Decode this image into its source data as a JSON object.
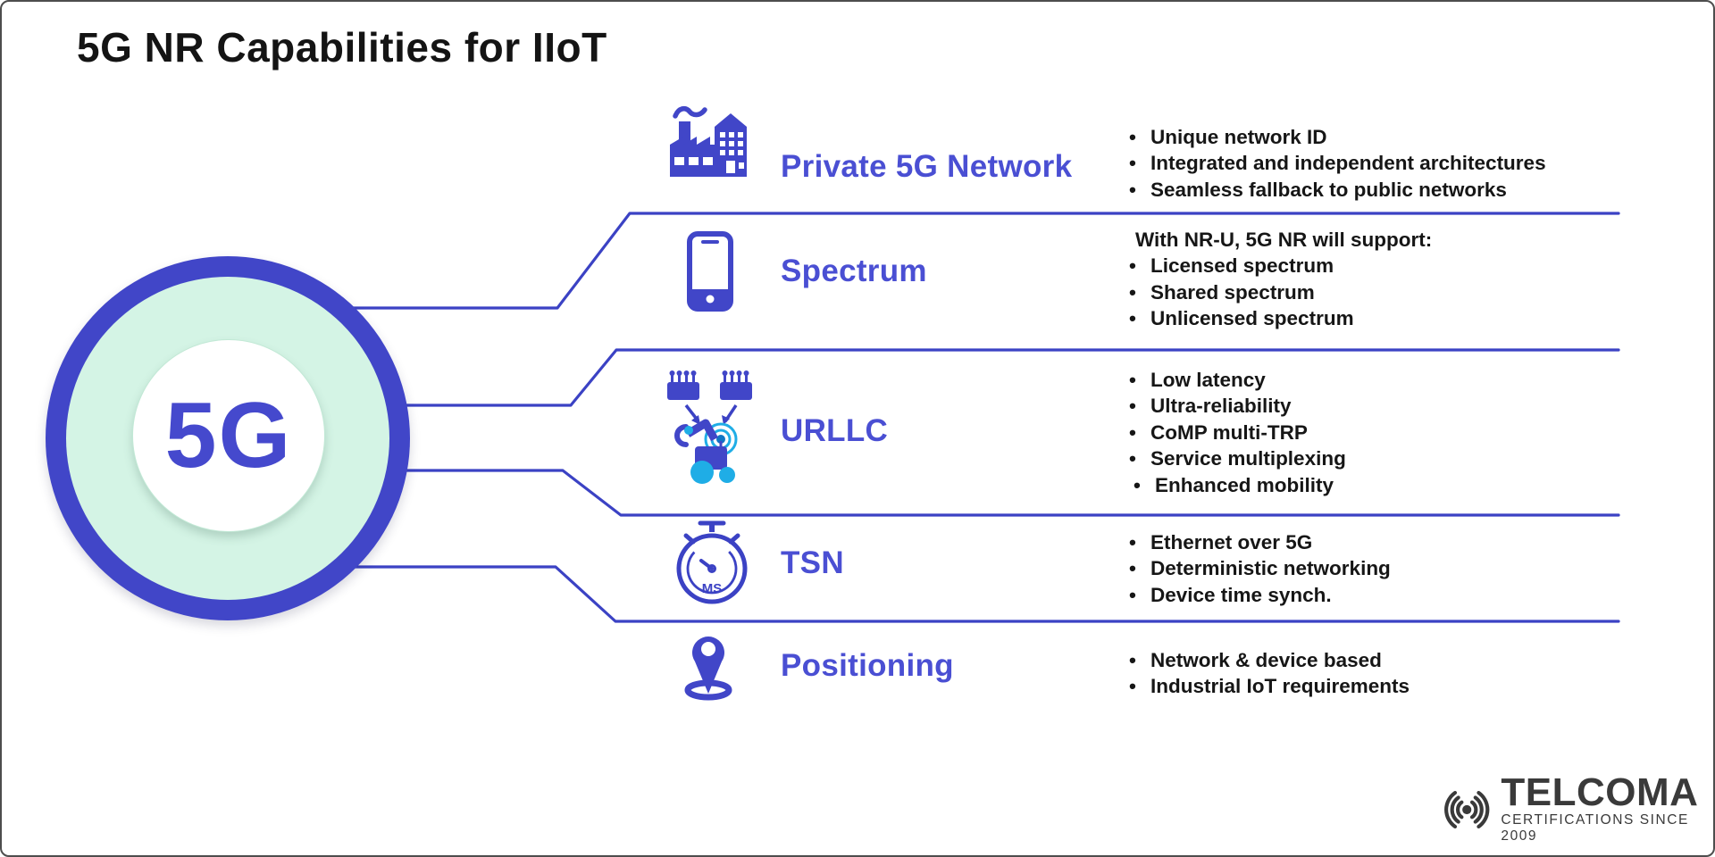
{
  "title": "5G NR Capabilities for IIoT",
  "hub": {
    "label": "5G"
  },
  "colors": {
    "accent_indigo": "#4146c8",
    "line_indigo": "#3b42c4",
    "label_indigo": "#4a4fd3",
    "mint": "#d4f4e5",
    "cyan": "#1fadе6",
    "body_text": "#161616",
    "logo_gray": "#3a3a3a"
  },
  "rows": [
    {
      "label": "Private 5G Network",
      "icon": "factory-icon",
      "bullets": [
        "Unique network ID",
        "Integrated and independent architectures",
        "Seamless fallback to public networks"
      ]
    },
    {
      "label": "Spectrum",
      "icon": "smartphone-icon",
      "intro": "With NR-U, 5G NR will support:",
      "bullets": [
        "Licensed spectrum",
        "Shared spectrum",
        "Unlicensed spectrum"
      ]
    },
    {
      "label": "URLLC",
      "icon": "robot-arm-icon",
      "bullets": [
        "Low latency",
        "Ultra-reliability",
        "CoMP multi-TRP",
        "Service multiplexing",
        "Enhanced mobility"
      ]
    },
    {
      "label": "TSN",
      "icon": "stopwatch-icon",
      "icon_text": "MS",
      "bullets": [
        "Ethernet over 5G",
        "Deterministic networking",
        "Device time synch."
      ]
    },
    {
      "label": "Positioning",
      "icon": "location-pin-icon",
      "bullets": [
        "Network & device based",
        "Industrial IoT requirements"
      ]
    }
  ],
  "logo": {
    "name": "TELCOMA",
    "tagline": "CERTIFICATIONS SINCE 2009"
  }
}
